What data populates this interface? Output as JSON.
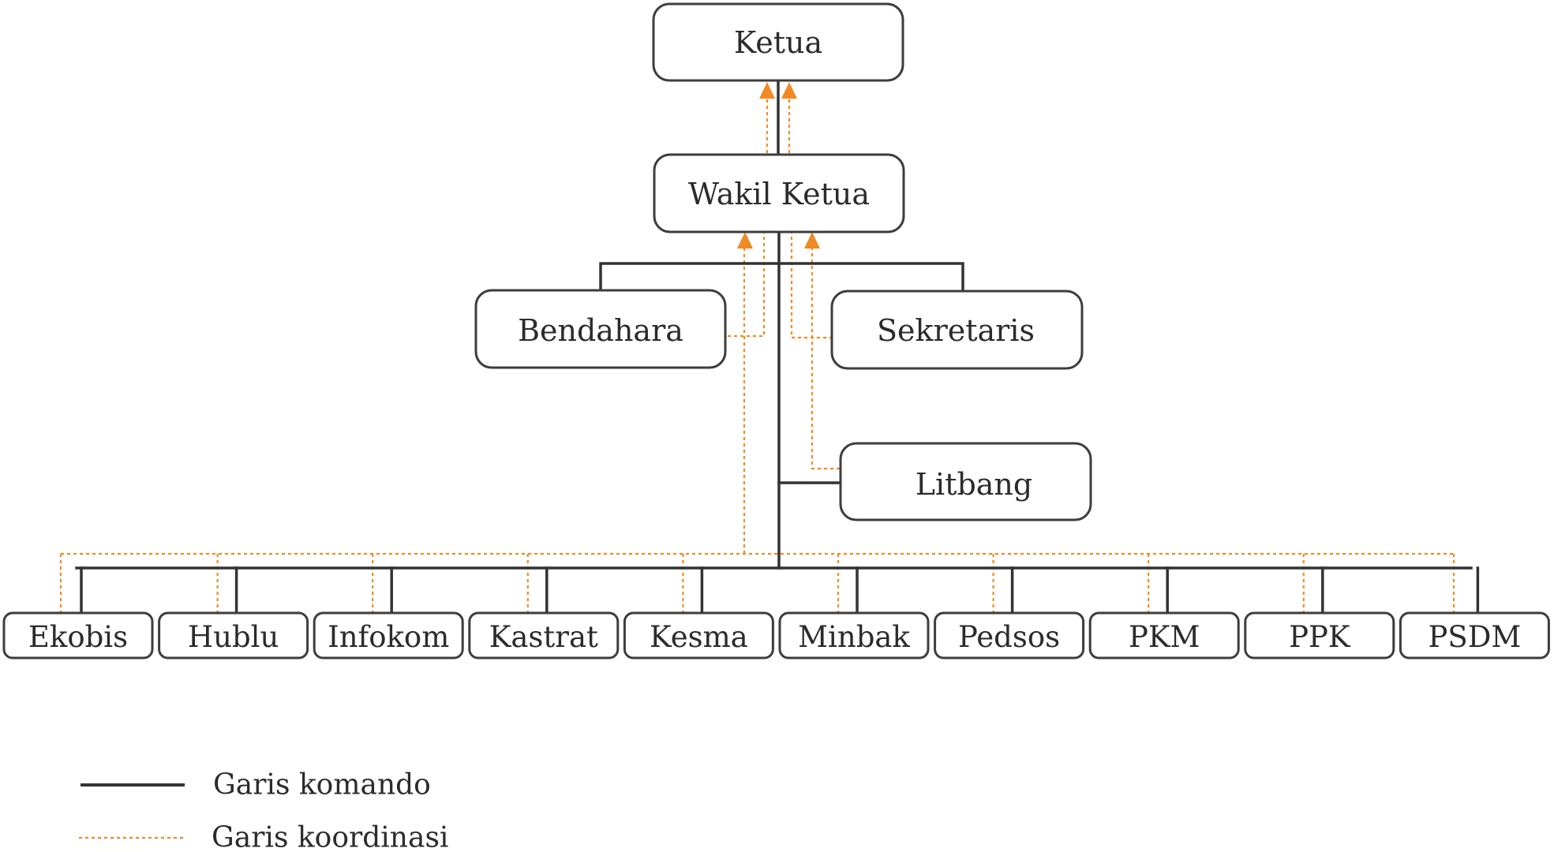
{
  "nodes": {
    "ketua": "Ketua",
    "wakil_ketua": "Wakil Ketua",
    "bendahara": "Bendahara",
    "sekretaris": "Sekretaris",
    "litbang": "Litbang",
    "divisions": [
      "Ekobis",
      "Hublu",
      "Infokom",
      "Kastrat",
      "Kesma",
      "Minbak",
      "Pedsos",
      "PKM",
      "PPK",
      "PSDM"
    ]
  },
  "legend": {
    "command_line": "Garis komando",
    "coordination_line": "Garis koordinasi"
  },
  "colors": {
    "command_line": "#333333",
    "coordination_line": "#f08a24",
    "box_border": "#3d3d3d"
  }
}
